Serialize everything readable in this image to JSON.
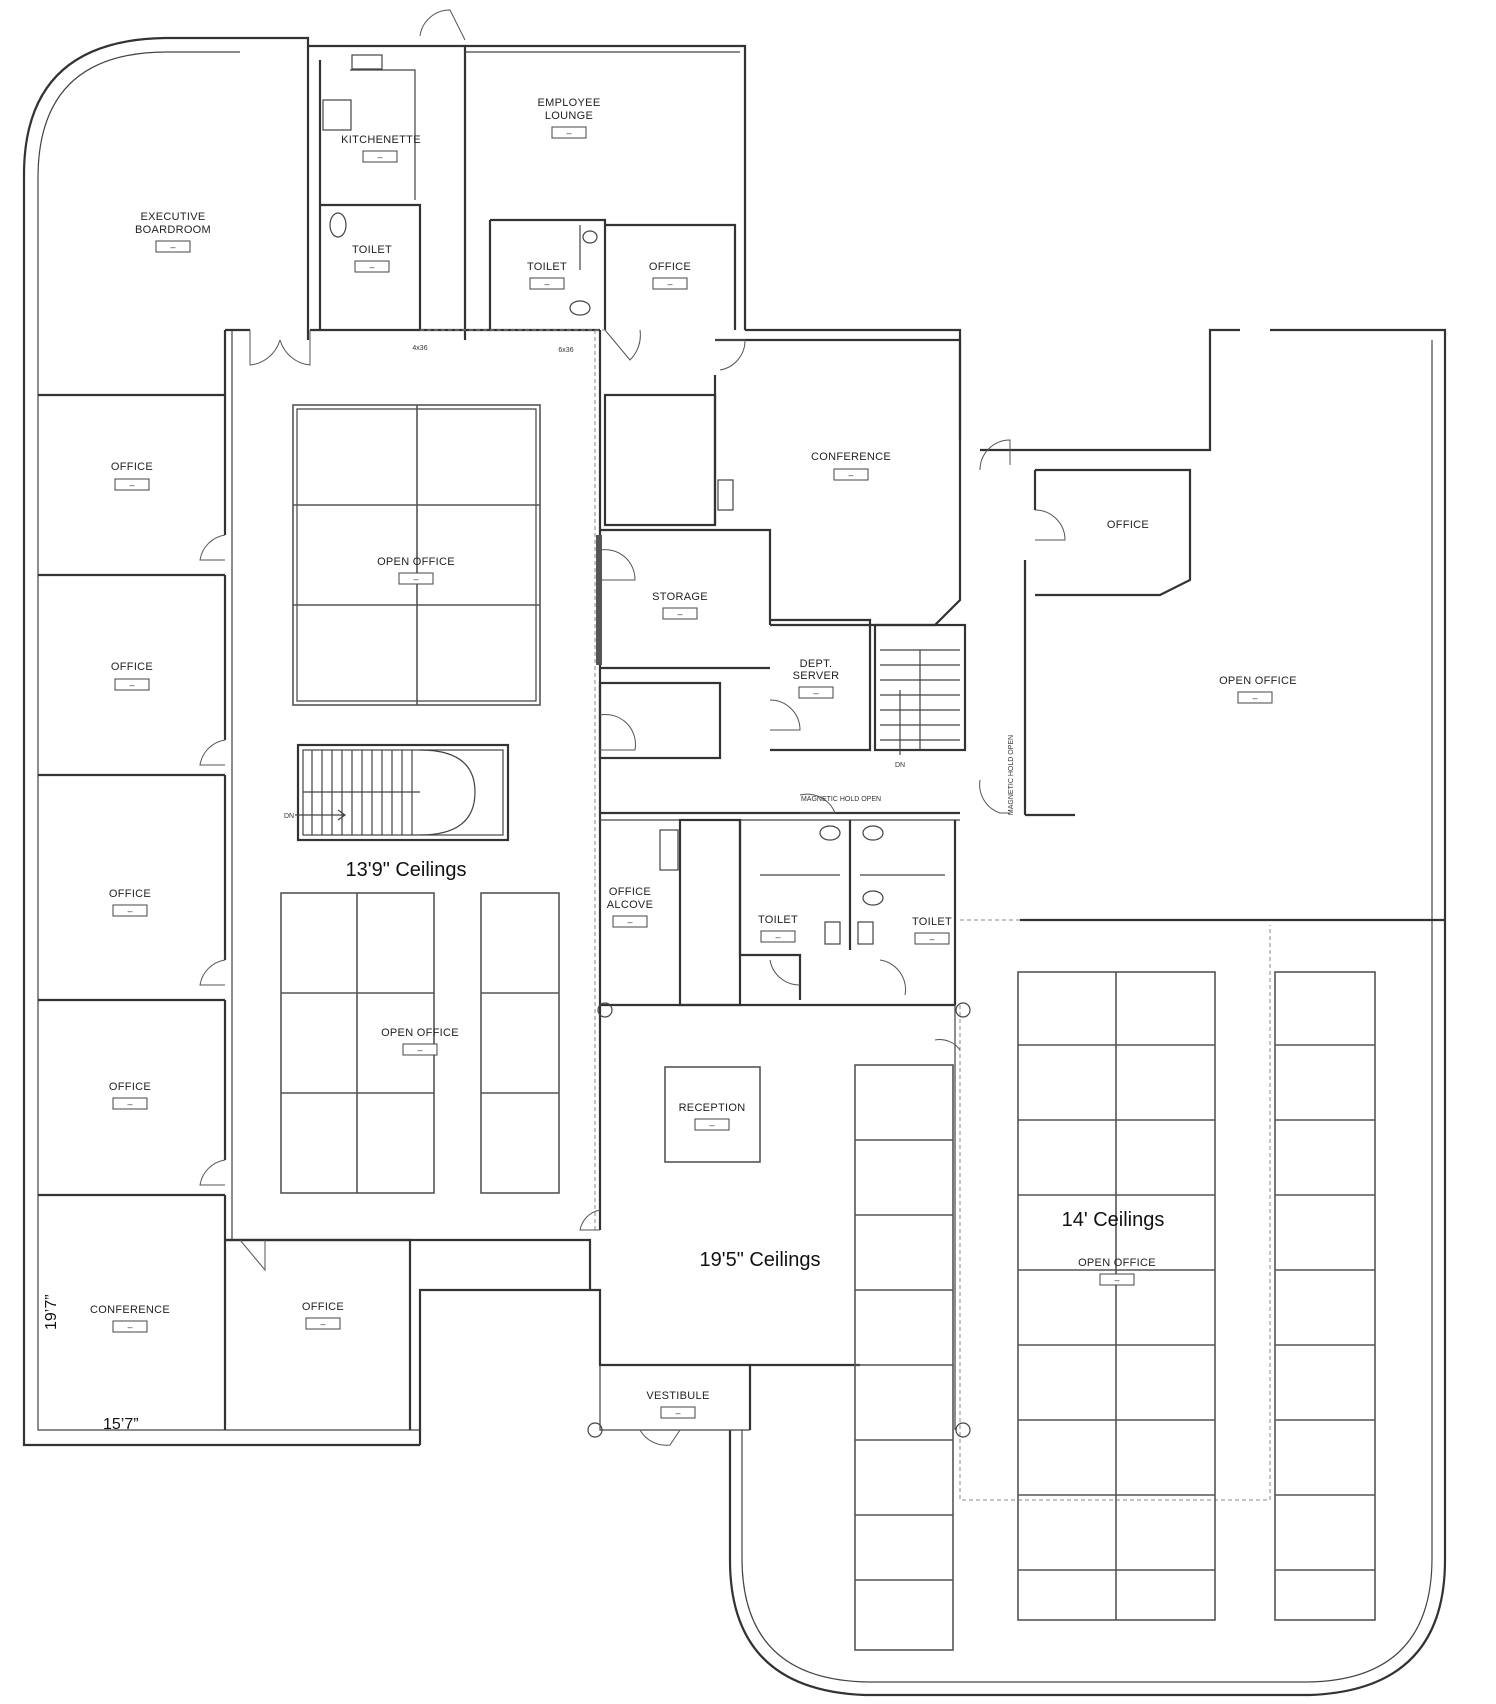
{
  "rooms": {
    "executive_boardroom": [
      "EXECUTIVE",
      "BOARDROOM"
    ],
    "kitchenette": "KITCHENETTE",
    "employee_lounge": [
      "EMPLOYEE",
      "LOUNGE"
    ],
    "toilet": "TOILET",
    "office": "OFFICE",
    "open_office": "OPEN OFFICE",
    "conference": "CONFERENCE",
    "storage": "STORAGE",
    "dept_server": [
      "DEPT.",
      "SERVER"
    ],
    "office_alcove": [
      "OFFICE",
      "ALCOVE"
    ],
    "reception": "RECEPTION",
    "vestibule": "VESTIBULE",
    "tag_value": "–"
  },
  "annotations": {
    "magnetic_hold_open": "MAGNETIC HOLD OPEN",
    "stair_down": "DN",
    "door_4x36": "4x36",
    "door_6x36": "6x36"
  },
  "ceilings": {
    "west": "13'9\" Ceilings",
    "center": "19'5\" Ceilings",
    "east": "14' Ceilings"
  },
  "dimensions": {
    "width": "15’7”",
    "height": "19’7”"
  }
}
